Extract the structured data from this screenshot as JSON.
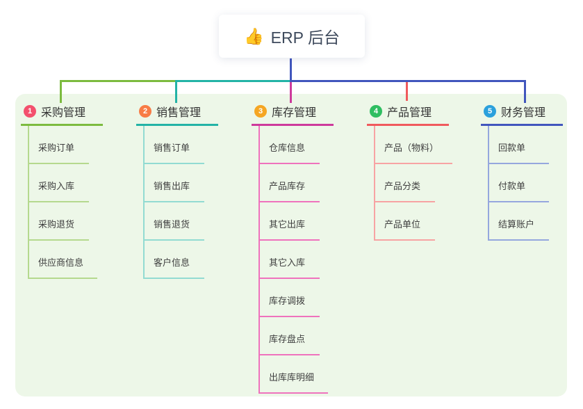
{
  "root": {
    "icon": "👍",
    "label": "ERP 后台"
  },
  "colors": {
    "canvas_background": "#edf7e8",
    "root_text": "#3e4a5c",
    "branch_text": "#333333",
    "child_text": "#3f3f3f"
  },
  "branches": [
    {
      "num": "1",
      "label": "采购管理",
      "badge_color": "#f3506d",
      "line_color": "#7cbb3f",
      "child_line_color": "#b5d98e",
      "children": [
        "采购订单",
        "采购入库",
        "采购退货",
        "供应商信息"
      ]
    },
    {
      "num": "2",
      "label": "销售管理",
      "badge_color": "#f87c46",
      "line_color": "#23b3a6",
      "child_line_color": "#92dbd2",
      "children": [
        "销售订单",
        "销售出库",
        "销售退货",
        "客户信息"
      ]
    },
    {
      "num": "3",
      "label": "库存管理",
      "badge_color": "#f5a623",
      "line_color": "#cd3a9c",
      "child_line_color": "#ef72bd",
      "children": [
        "仓库信息",
        "产品库存",
        "其它出库",
        "其它入库",
        "库存调拨",
        "库存盘点",
        "出库库明细"
      ]
    },
    {
      "num": "4",
      "label": "产品管理",
      "badge_color": "#2fbe61",
      "line_color": "#f05a5d",
      "child_line_color": "#f7a3a3",
      "children": [
        "产品（物料）",
        "产品分类",
        "产品单位"
      ]
    },
    {
      "num": "5",
      "label": "财务管理",
      "badge_color": "#2ba0dc",
      "line_color": "#4156bd",
      "child_line_color": "#95a7de",
      "children": [
        "回款单",
        "付款单",
        "结算账户"
      ]
    }
  ]
}
